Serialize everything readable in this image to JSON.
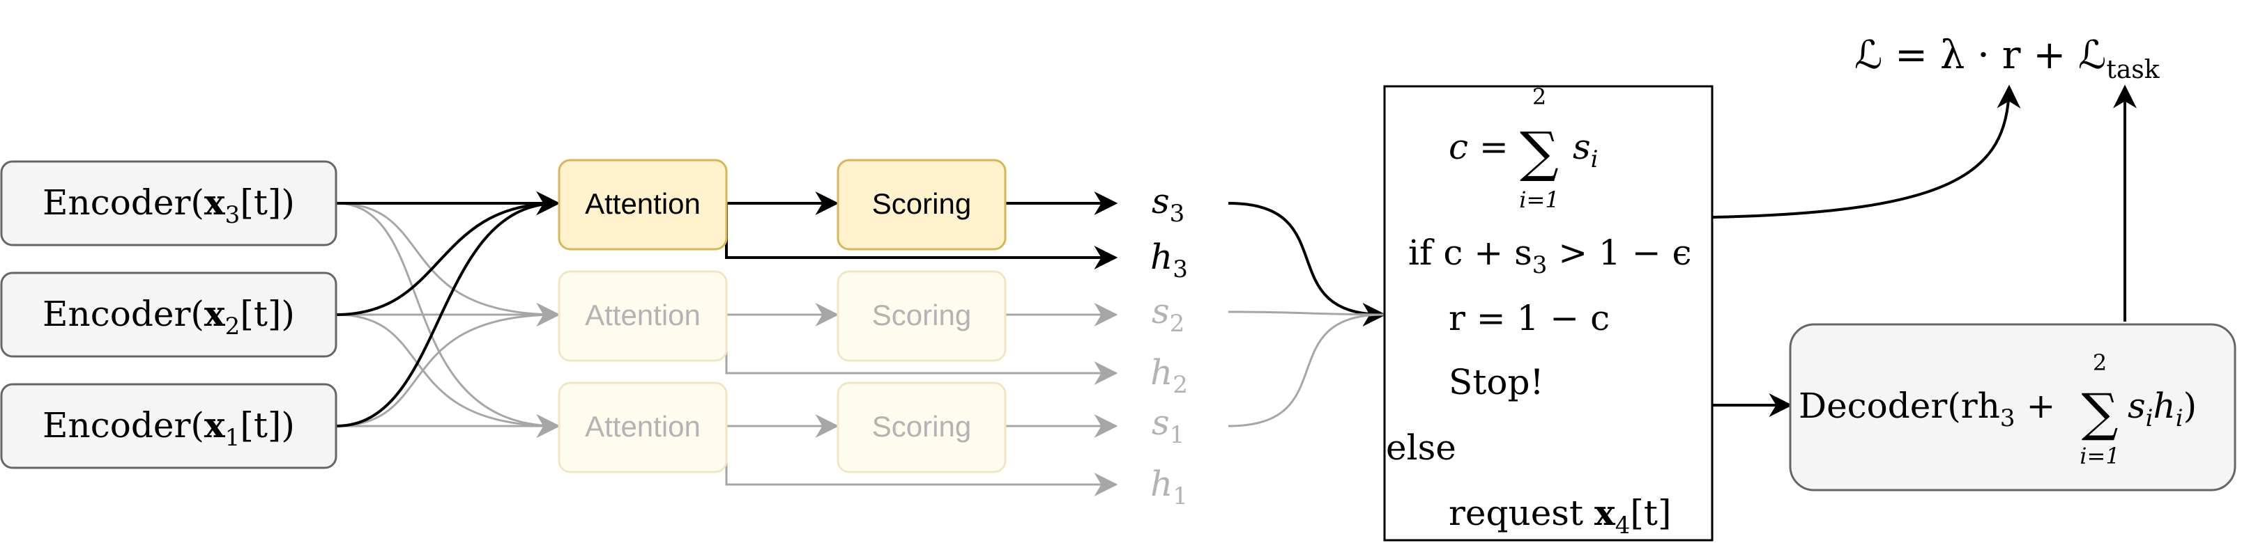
{
  "encoders": [
    {
      "label": "Encoder(",
      "var": "x",
      "sub": "3",
      "tail": "[t])"
    },
    {
      "label": "Encoder(",
      "var": "x",
      "sub": "2",
      "tail": "[t])"
    },
    {
      "label": "Encoder(",
      "var": "x",
      "sub": "1",
      "tail": "[t])"
    }
  ],
  "attention": {
    "label": "Attention"
  },
  "scoring": {
    "label": "Scoring"
  },
  "outputs": [
    {
      "s": "s",
      "s_sub": "3",
      "h": "h",
      "h_sub": "3"
    },
    {
      "s": "s",
      "s_sub": "2",
      "h": "h",
      "h_sub": "2"
    },
    {
      "s": "s",
      "s_sub": "1",
      "h": "h",
      "h_sub": "1"
    }
  ],
  "policy": {
    "line1_lhs": "c = ",
    "sum_upper": "2",
    "sum_lower": "i=1",
    "sum_term": "s",
    "sum_term_sub": "i",
    "line2": "if c + s",
    "line2_sub": "3",
    "line2_tail": " > 1 − ϵ",
    "line3": "r = 1 − c",
    "line4": "Stop!",
    "line5": "else",
    "line6_pre": "request ",
    "line6_var": "x",
    "line6_sub": "4",
    "line6_tail": "[t]"
  },
  "decoder": {
    "pre": "Decoder(rh",
    "pre_sub": "3",
    "plus": " + ",
    "sum_upper": "2",
    "sum_lower": "i=1",
    "term": "s",
    "term_sub1": "i",
    "term_h": "h",
    "term_sub2": "i",
    "close": ")"
  },
  "loss": {
    "pre": "ℒ = λ · r + ℒ",
    "sub": "task"
  },
  "colors": {
    "active_fill": "#fff2cc",
    "active_stroke": "#d6b656",
    "faded_fill": "#fffbef",
    "faded_stroke": "#f2e6c2",
    "gray_fill": "#f5f5f5",
    "gray_stroke": "#666666",
    "faded_text": "#b3b3b3",
    "faded_line": "#a6a6a6"
  }
}
